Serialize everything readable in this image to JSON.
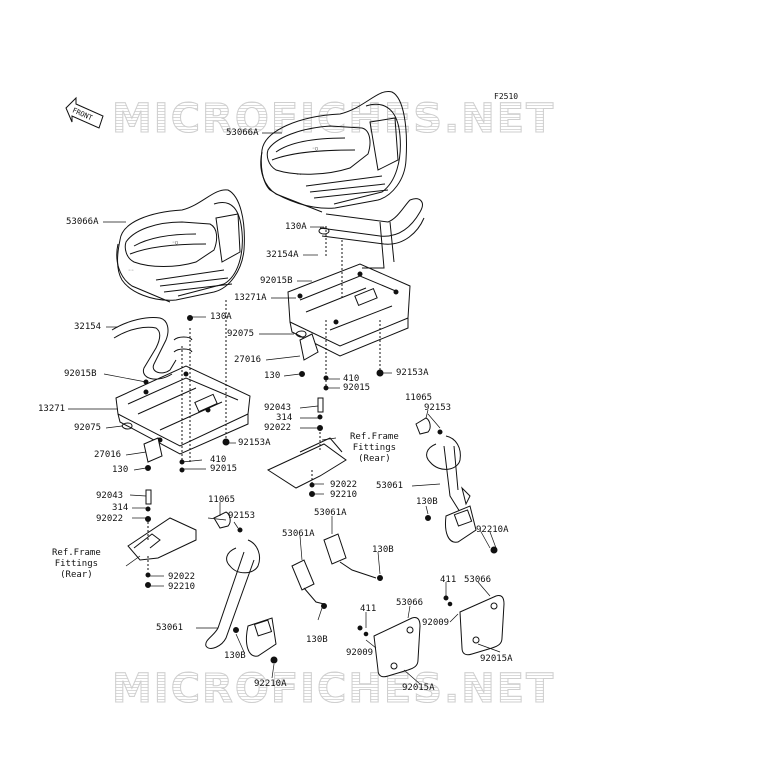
{
  "figure_id": "F2510",
  "watermark": "MICROFICHES.NET",
  "front_label": "FRONT",
  "labels": {
    "l_53066A_top": "53066A",
    "l_53066A_left": "53066A",
    "l_130A_1": "130A",
    "l_32154A": "32154A",
    "l_92015B_r": "92015B",
    "l_13271A": "13271A",
    "l_32154": "32154",
    "l_130A_2": "130A",
    "l_92075_r": "92075",
    "l_27016_r": "27016",
    "l_130_r": "130",
    "l_410_r": "410",
    "l_92015_r": "92015",
    "l_92153A_r": "92153A",
    "l_92015B_l": "92015B",
    "l_13271": "13271",
    "l_92075_l": "92075",
    "l_27016_l": "27016",
    "l_130_l": "130",
    "l_410_l": "410",
    "l_92015_l": "92015",
    "l_92153A_l": "92153A",
    "l_92043_r": "92043",
    "l_314_r": "314",
    "l_92022_r": "92022",
    "l_92022_r2": "92022",
    "l_92210_r": "92210",
    "l_11065_r": "11065",
    "l_92153_r": "92153",
    "l_53061_r": "53061",
    "l_130B_r": "130B",
    "l_92210A_r": "92210A",
    "l_92043_l": "92043",
    "l_314_l": "314",
    "l_92022_l": "92022",
    "l_11065_l": "11065",
    "l_92153_l": "92153",
    "l_53061A_1": "53061A",
    "l_53061A_2": "53061A",
    "l_130B_m": "130B",
    "l_130B_m2": "130B",
    "l_92022_l2": "92022",
    "l_92210_l": "92210",
    "l_53061_l": "53061",
    "l_130B_l": "130B",
    "l_92210A_l": "92210A",
    "l_411_r": "411",
    "l_53066_r": "53066",
    "l_92009_r": "92009",
    "l_92015A_r": "92015A",
    "l_411_l": "411",
    "l_53066_l": "53066",
    "l_92009_l": "92009",
    "l_92015A_l": "92015A"
  },
  "ref_frame_right": "Ref.Frame\nFittings\n(Rear)",
  "ref_frame_left": "Ref.Frame\nFittings\n(Rear)"
}
